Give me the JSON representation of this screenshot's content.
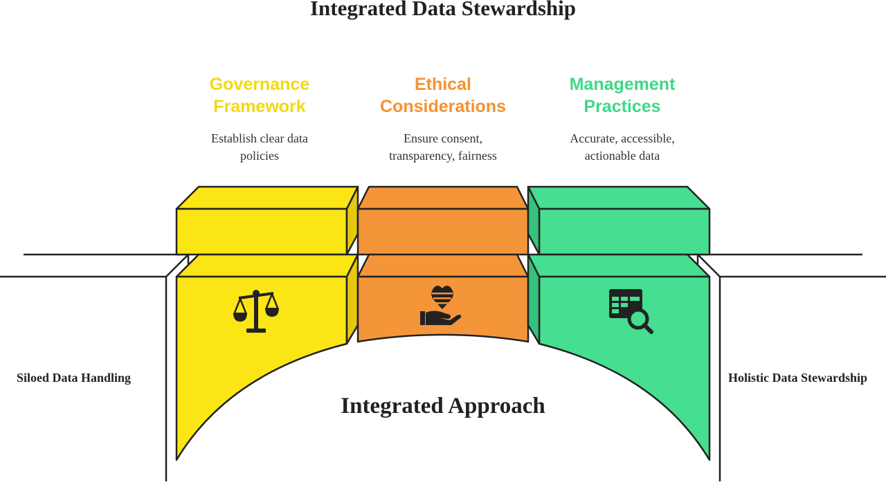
{
  "title": "Integrated Data Stewardship",
  "pillars": [
    {
      "title_line1": "Governance",
      "title_line2": "Framework",
      "desc_line1": "Establish clear data",
      "desc_line2": "policies",
      "icon": "scales-icon",
      "color": "#FCE514",
      "text_color": "#F3D90F"
    },
    {
      "title_line1": "Ethical",
      "title_line2": "Considerations",
      "desc_line1": "Ensure consent,",
      "desc_line2": "transparency, fairness",
      "icon": "heart-hand-icon",
      "color": "#F59539",
      "text_color": "#F5922E"
    },
    {
      "title_line1": "Management",
      "title_line2": "Practices",
      "desc_line1": "Accurate, accessible,",
      "desc_line2": "actionable data",
      "icon": "table-search-icon",
      "color": "#46DE90",
      "text_color": "#3ED888"
    }
  ],
  "left_label": "Siloed Data Handling",
  "right_label": "Holistic Data Stewardship",
  "center_label": "Integrated Approach"
}
